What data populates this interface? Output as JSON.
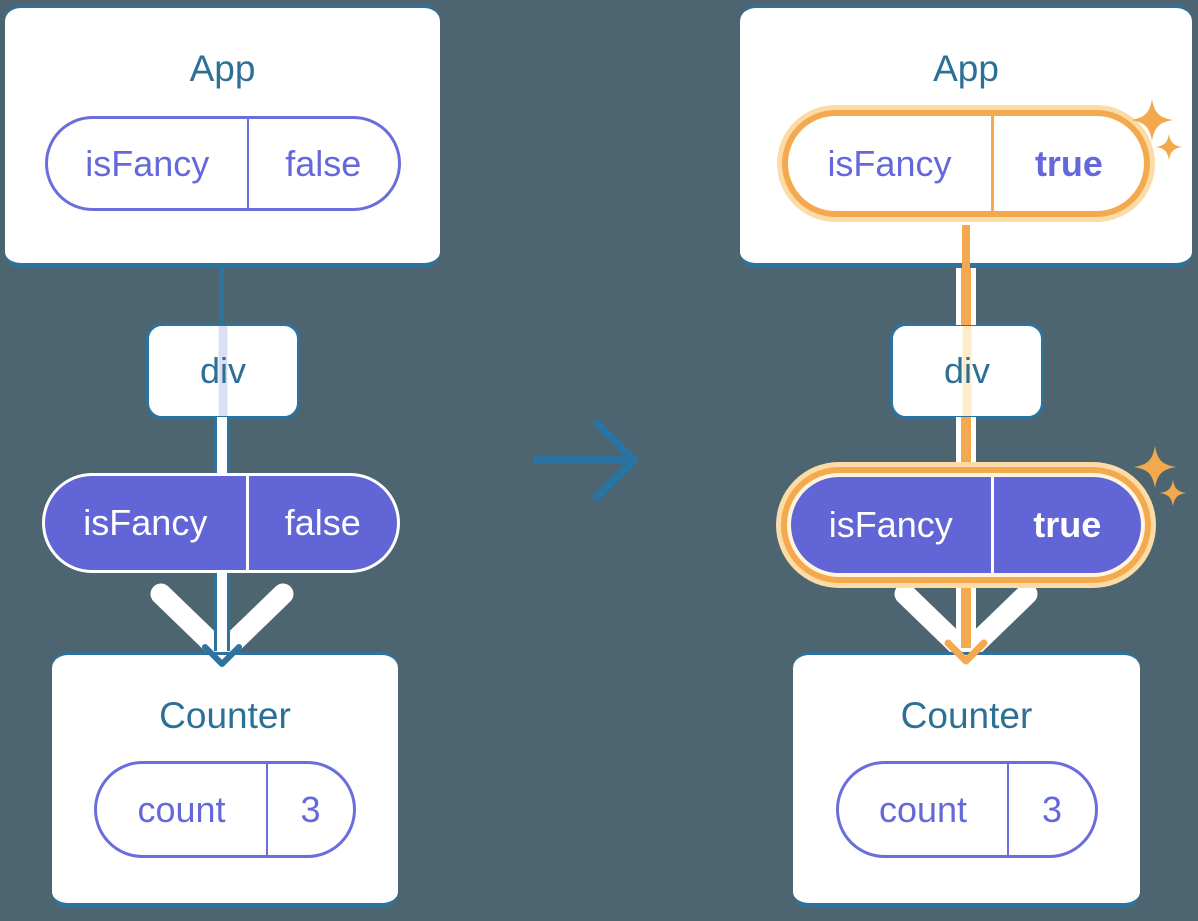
{
  "diagram": {
    "before": {
      "app": {
        "title": "App",
        "state": {
          "key": "isFancy",
          "value": "false"
        }
      },
      "middle": {
        "label": "div"
      },
      "prop_pill": {
        "key": "isFancy",
        "value": "false"
      },
      "counter": {
        "title": "Counter",
        "state": {
          "key": "count",
          "value": "3"
        }
      }
    },
    "after": {
      "app": {
        "title": "App",
        "state": {
          "key": "isFancy",
          "value": "true"
        }
      },
      "middle": {
        "label": "div"
      },
      "prop_pill": {
        "key": "isFancy",
        "value": "true"
      },
      "counter": {
        "title": "Counter",
        "state": {
          "key": "count",
          "value": "3"
        }
      }
    }
  },
  "colors": {
    "background": "#4d6570",
    "card": "#ffffff",
    "teal_line": "#2e739e",
    "teal_text": "#2d7096",
    "purple_fill": "#6165d6",
    "purple_text": "#6468da",
    "orange_ring": "#f5a94f",
    "orange_glow": "#fbdca6",
    "cream_gap": "#fff4de",
    "lavender_stripe": "#dbdff4",
    "peach_stripe": "#fcecca",
    "sparkle": "#f2a94e",
    "transition_arrow": "#2b73a3"
  }
}
